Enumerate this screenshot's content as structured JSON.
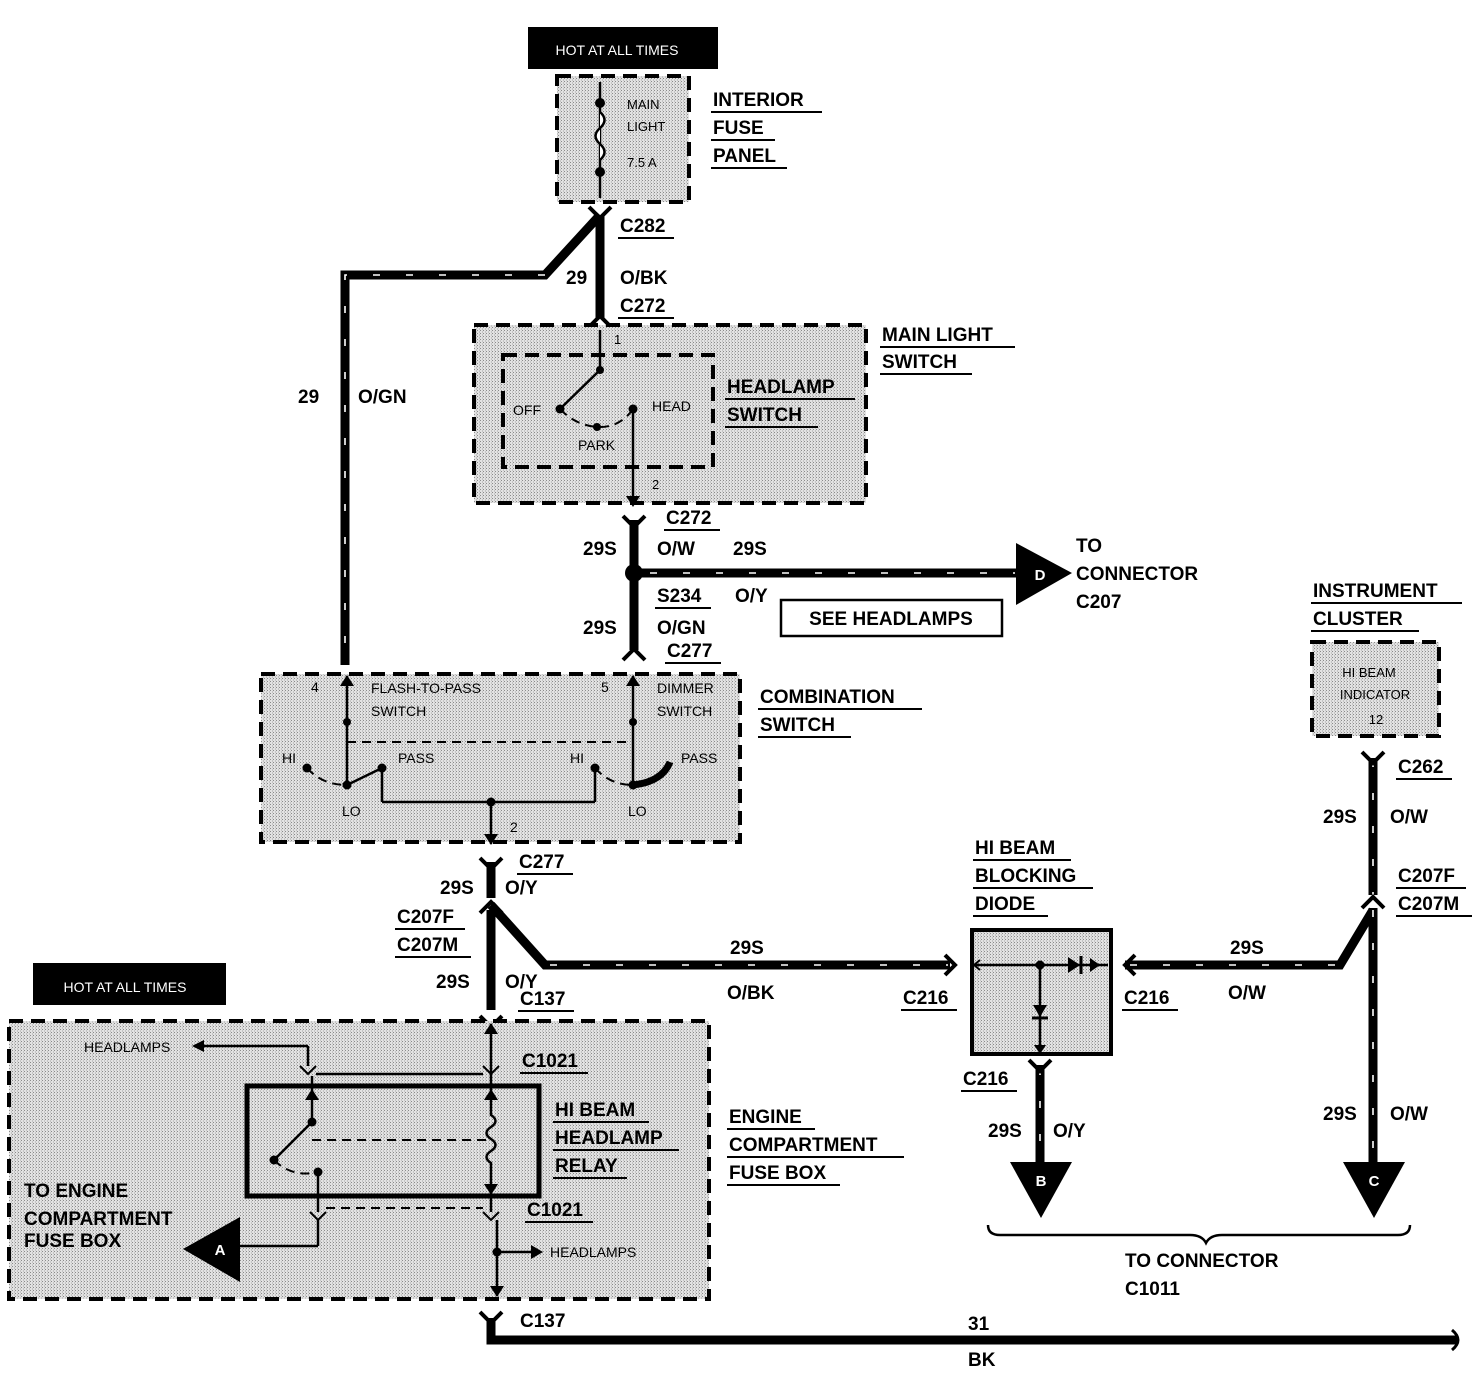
{
  "diagram": {
    "hot_top": "HOT AT ALL TIMES",
    "hot_left": "HOT AT ALL TIMES",
    "interior_fuse_panel": [
      "INTERIOR",
      "FUSE",
      "PANEL"
    ],
    "fuse": [
      "MAIN",
      "LIGHT",
      "7.5 A"
    ],
    "main_light_switch": [
      "MAIN LIGHT",
      "SWITCH"
    ],
    "headlamp_switch": [
      "HEADLAMP",
      "SWITCH"
    ],
    "switch_positions": {
      "off": "OFF",
      "head": "HEAD",
      "park": "PARK"
    },
    "pins": {
      "p1": "1",
      "p2": "2",
      "p4": "4",
      "p5": "5",
      "p2b": "2",
      "p12": "12"
    },
    "combination_switch": [
      "COMBINATION",
      "SWITCH"
    ],
    "flash_to_pass": [
      "FLASH-TO-PASS",
      "SWITCH"
    ],
    "dimmer": [
      "DIMMER",
      "SWITCH"
    ],
    "combo_contacts": {
      "hi": "HI",
      "lo": "LO",
      "pass": "PASS"
    },
    "instrument_cluster": [
      "INSTRUMENT",
      "CLUSTER"
    ],
    "hi_beam_indicator": [
      "HI BEAM",
      "INDICATOR"
    ],
    "hi_beam_blocking_diode": [
      "HI BEAM",
      "BLOCKING",
      "DIODE"
    ],
    "hi_beam_headlamp_relay": [
      "HI BEAM",
      "HEADLAMP",
      "RELAY"
    ],
    "engine_compartment_fuse_box": [
      "ENGINE",
      "COMPARTMENT",
      "FUSE BOX"
    ],
    "to_engine_fuse_box": [
      "TO ENGINE",
      "COMPARTMENT",
      "FUSE BOX"
    ],
    "headlamps": "HEADLAMPS",
    "to_connector_c207": [
      "TO",
      "CONNECTOR",
      "C207"
    ],
    "see_headlamps": "SEE HEADLAMPS",
    "to_connector_c1011": [
      "TO CONNECTOR",
      "C1011"
    ],
    "arrows": {
      "a": "A",
      "b": "B",
      "c": "C",
      "d": "D"
    },
    "connectors": {
      "c282": "C282",
      "c272a": "C272",
      "c272b": "C272",
      "s234": "S234",
      "c277a": "C277",
      "c277b": "C277",
      "c207f_l": "C207F",
      "c207m_l": "C207M",
      "c137a": "C137",
      "c137b": "C137",
      "c1021a": "C1021",
      "c1021b": "C1021",
      "c216a": "C216",
      "c216b": "C216",
      "c216c": "C216",
      "c262": "C262",
      "c207f_r": "C207F",
      "c207m_r": "C207M"
    },
    "wires": {
      "w29_top": "29",
      "obk_top": "O/BK",
      "w29_left": "29",
      "ogn_left": "O/GN",
      "w29s_c272": "29S",
      "ow_c272": "O/W",
      "w29s_d": "29S",
      "oy_d": "O/Y",
      "w29s_s234": "29S",
      "ogn_s234": "O/GN",
      "w29s_c277": "29S",
      "oy_c277": "O/Y",
      "w29s_c207": "29S",
      "oy_c207": "O/Y",
      "w29s_mid": "29S",
      "obk_mid": "O/BK",
      "w29s_right": "29S",
      "ow_right": "O/W",
      "w29s_c262": "29S",
      "ow_c262": "O/W",
      "w29s_b": "29S",
      "oy_b": "O/Y",
      "w29s_c": "29S",
      "ow_c": "O/W",
      "w31": "31",
      "bk": "BK"
    }
  }
}
